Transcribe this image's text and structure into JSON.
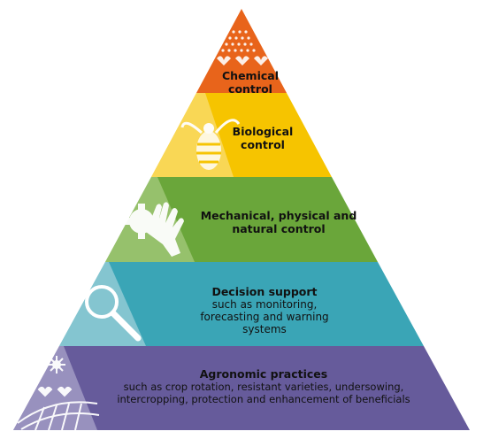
{
  "levels": {
    "chemical": {
      "title": "Chemical control",
      "color": "#e8641b"
    },
    "biological": {
      "title": "Biological control",
      "color": "#f6c400"
    },
    "mechanical": {
      "title": "Mechanical, physical and natural control",
      "color": "#6aa63a"
    },
    "decision": {
      "title": "Decision support",
      "description": "such as monitoring, forecasting and warning systems",
      "color": "#3aa5b6"
    },
    "agronomic": {
      "title": "Agronomic practices",
      "description": "such as crop rotation, resistant varieties, undersowing, intercropping, protection and enhancement of beneficials",
      "color": "#665b9b"
    }
  },
  "icons": {
    "chemical": "spray-droplets-icon",
    "biological": "bee-icon",
    "mechanical": "hand-gear-icon",
    "decision": "magnifier-icon",
    "agronomic": "field-sun-icon"
  }
}
